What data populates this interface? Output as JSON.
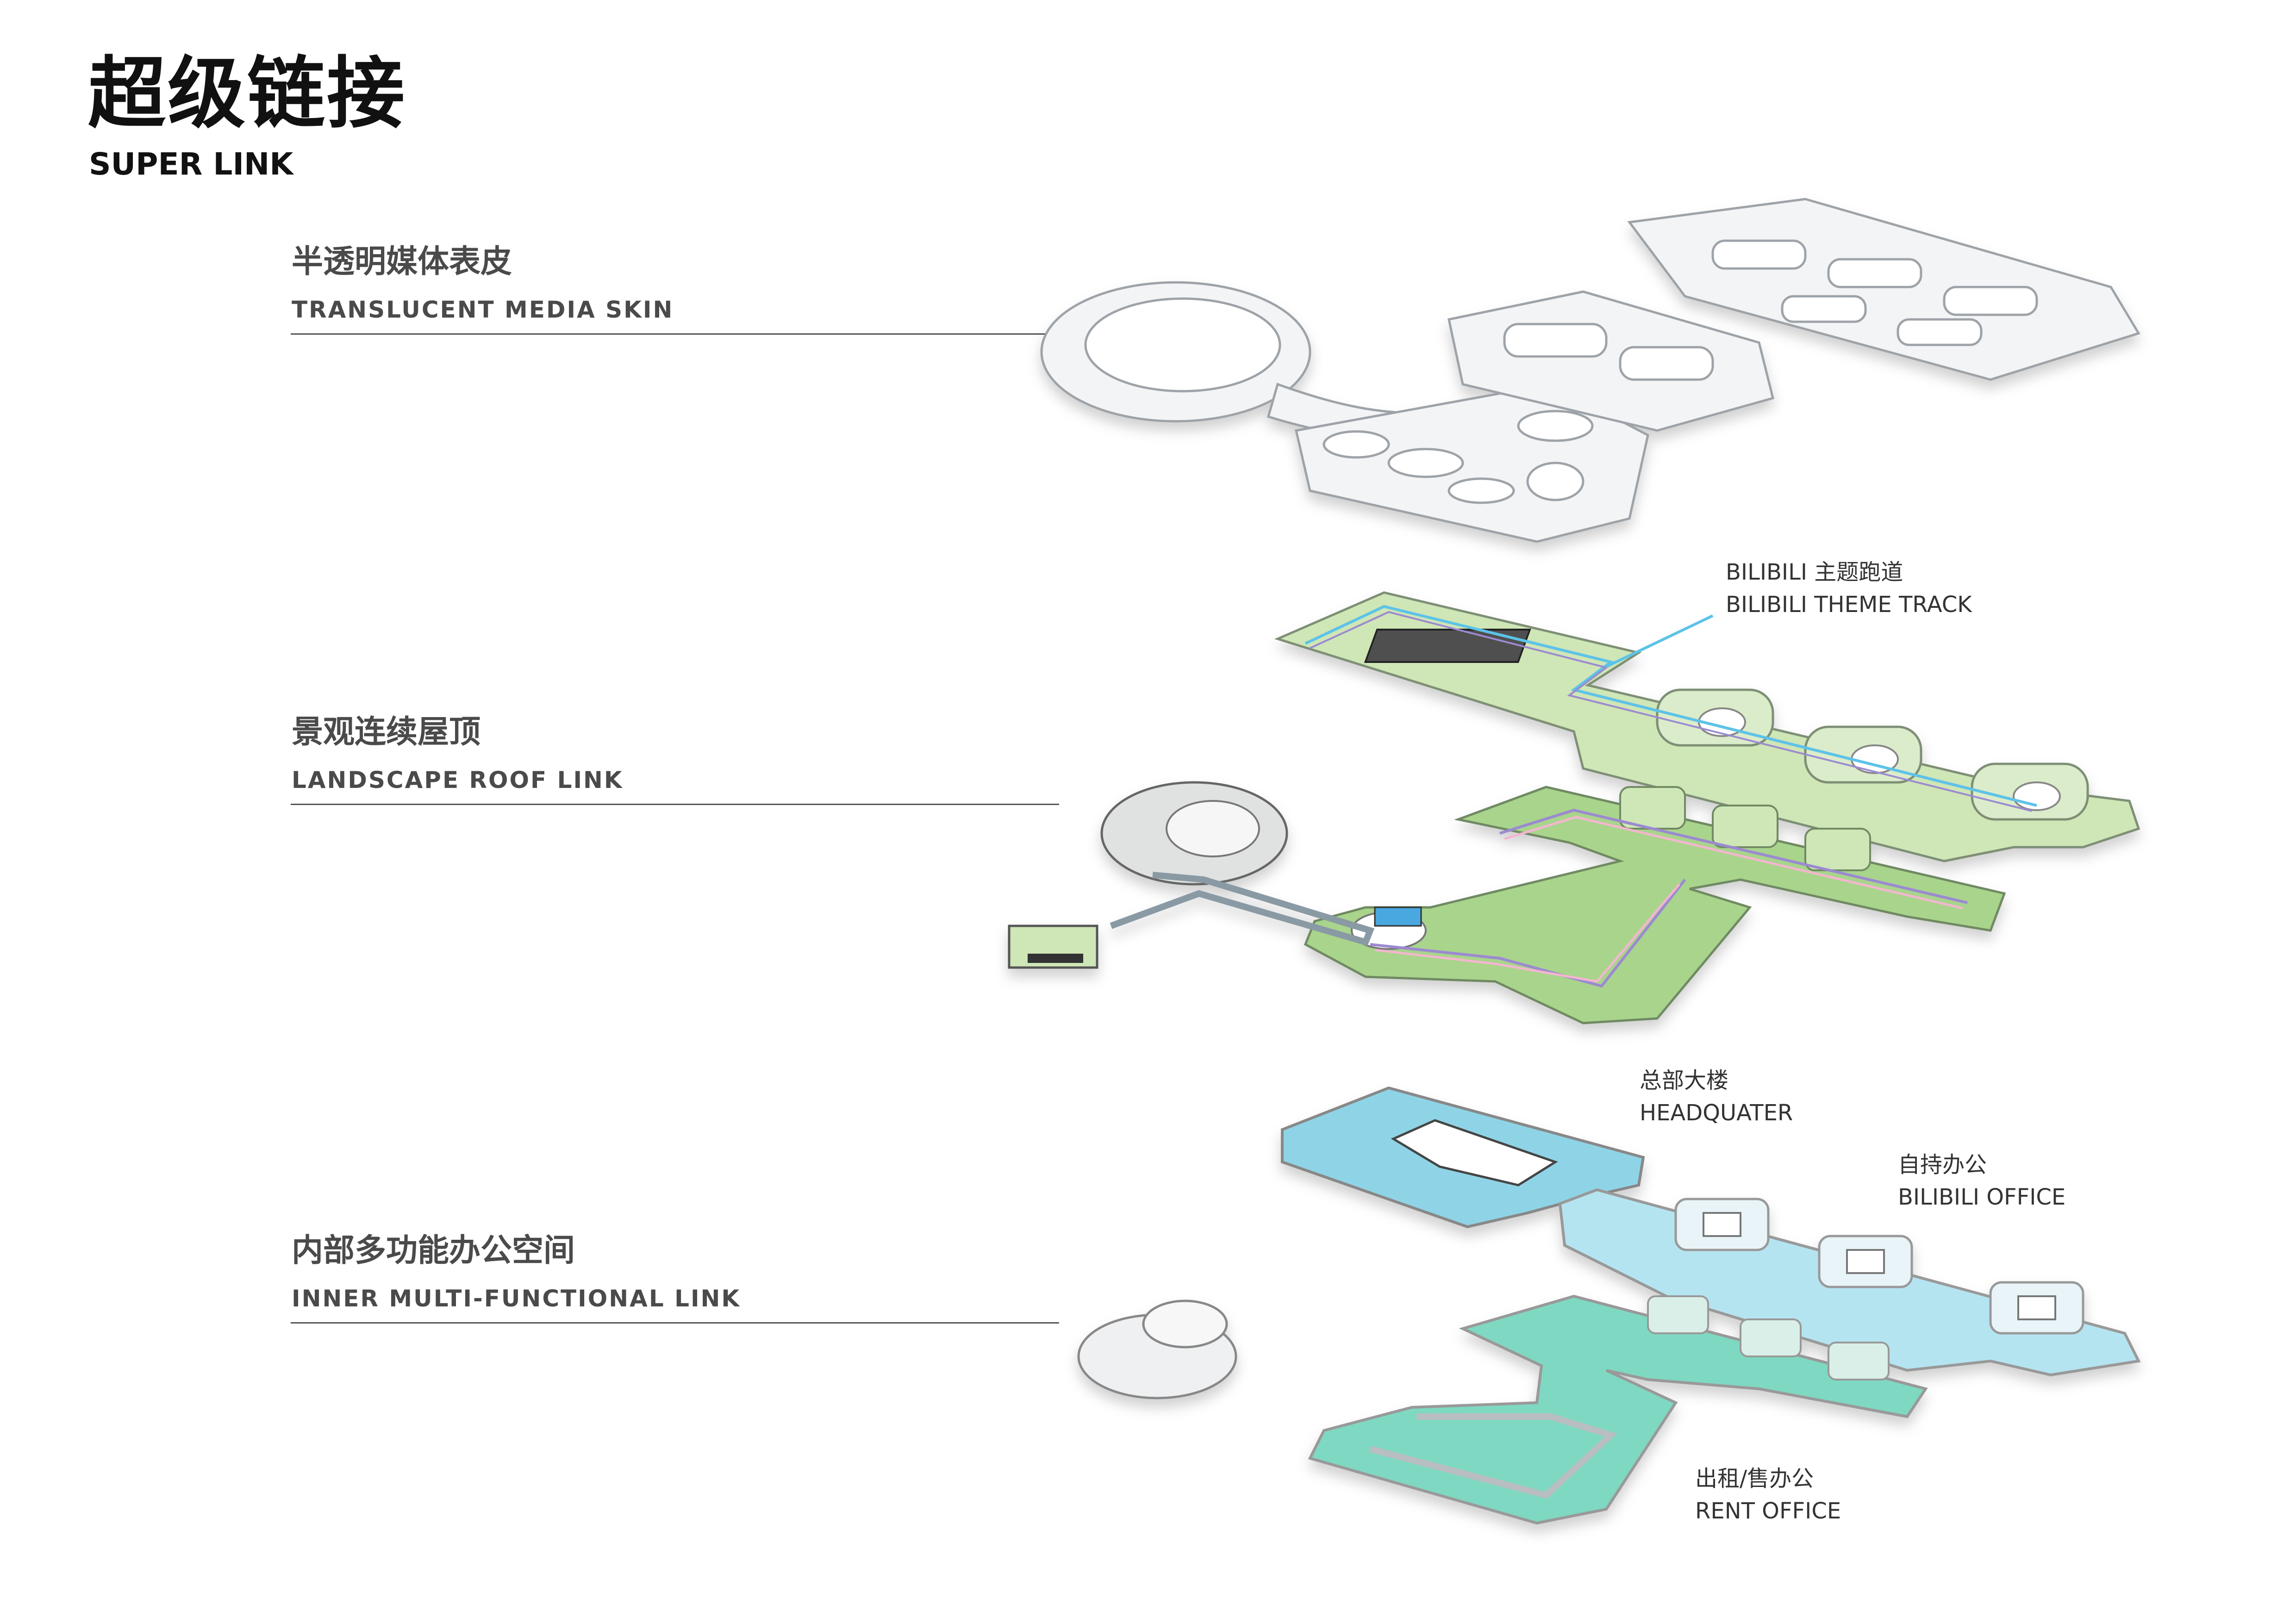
{
  "header": {
    "title_cn": "超级链接",
    "title_en": "SUPER LINK"
  },
  "layers": [
    {
      "cn": "半透明媒体表皮",
      "en": "TRANSLUCENT MEDIA SKIN"
    },
    {
      "cn": "景观连续屋顶",
      "en": "LANDSCAPE ROOF LINK"
    },
    {
      "cn": "内部多功能办公空间",
      "en": "INNER MULTI-FUNCTIONAL LINK"
    }
  ],
  "callouts": {
    "track": {
      "cn": "BILIBILI 主题跑道",
      "en": "BILIBILI THEME TRACK"
    },
    "hq": {
      "cn": "总部大楼",
      "en": "HEADQUATER"
    },
    "office": {
      "cn": "自持办公",
      "en": "BILIBILI OFFICE"
    },
    "rent": {
      "cn": "出租/售办公",
      "en": "RENT OFFICE"
    }
  },
  "colors": {
    "skin": "#f3f4f6",
    "roof_green": "#cfe6b6",
    "track_blue": "#5cc3e8",
    "track_pink": "#f4b6cf",
    "track_purple": "#9b8ad0",
    "hq_blue": "#8fd4e6",
    "office_blue": "#b5e4f1",
    "rent_teal": "#7fd8c2"
  }
}
